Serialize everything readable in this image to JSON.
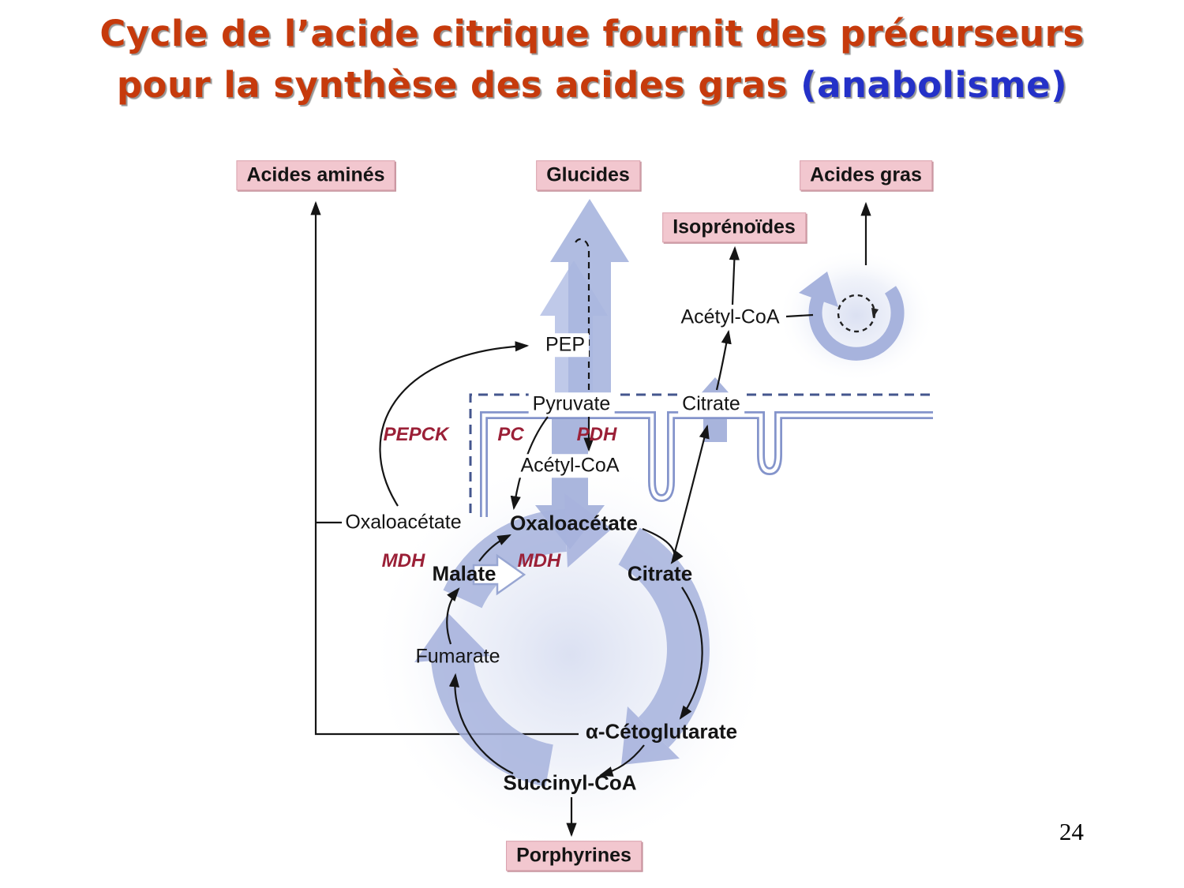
{
  "slide": {
    "title_line1": "Cycle de l’acide citrique fournit des précurseurs",
    "title_line2_main": "pour la synthèse des acides gras",
    "title_line2_accent": "(anabolisme)",
    "page_number": "24"
  },
  "colors": {
    "title_orange": "#c63a0c",
    "accent_blue": "#2431c8",
    "enzyme_red": "#9b2037",
    "arrow_blue": "#a7b3dd",
    "pink_box_bg": "#f2c7cf",
    "membrane_blue": "#8494cb"
  },
  "diagram": {
    "boxes": {
      "amino_acids": "Acides aminés",
      "carbohydrates": "Glucides",
      "fatty_acids": "Acides gras",
      "isoprenoids": "Isoprénoïdes",
      "porphyrins": "Porphyrines"
    },
    "metabolites": {
      "pep": "PEP",
      "pyruvate": "Pyruvate",
      "acetyl_coa_mito": "Acétyl-CoA",
      "acetyl_coa_cyto": "Acétyl-CoA",
      "citrate_cyto": "Citrate",
      "citrate_cycle": "Citrate",
      "oxaloacetate_cyto": "Oxaloacétate",
      "oxaloacetate_mito": "Oxaloacétate",
      "malate": "Malate",
      "fumarate": "Fumarate",
      "alpha_ketoglutarate": "α-Cétoglutarate",
      "succinyl_coa": "Succinyl-CoA"
    },
    "enzymes": {
      "pepck": "PEPCK",
      "pc": "PC",
      "pdh": "PDH",
      "mdh_cyto": "MDH",
      "mdh_mito": "MDH"
    },
    "icons": {
      "fatty_acid_synthesis": "circular-arrow-cycle-icon"
    }
  }
}
